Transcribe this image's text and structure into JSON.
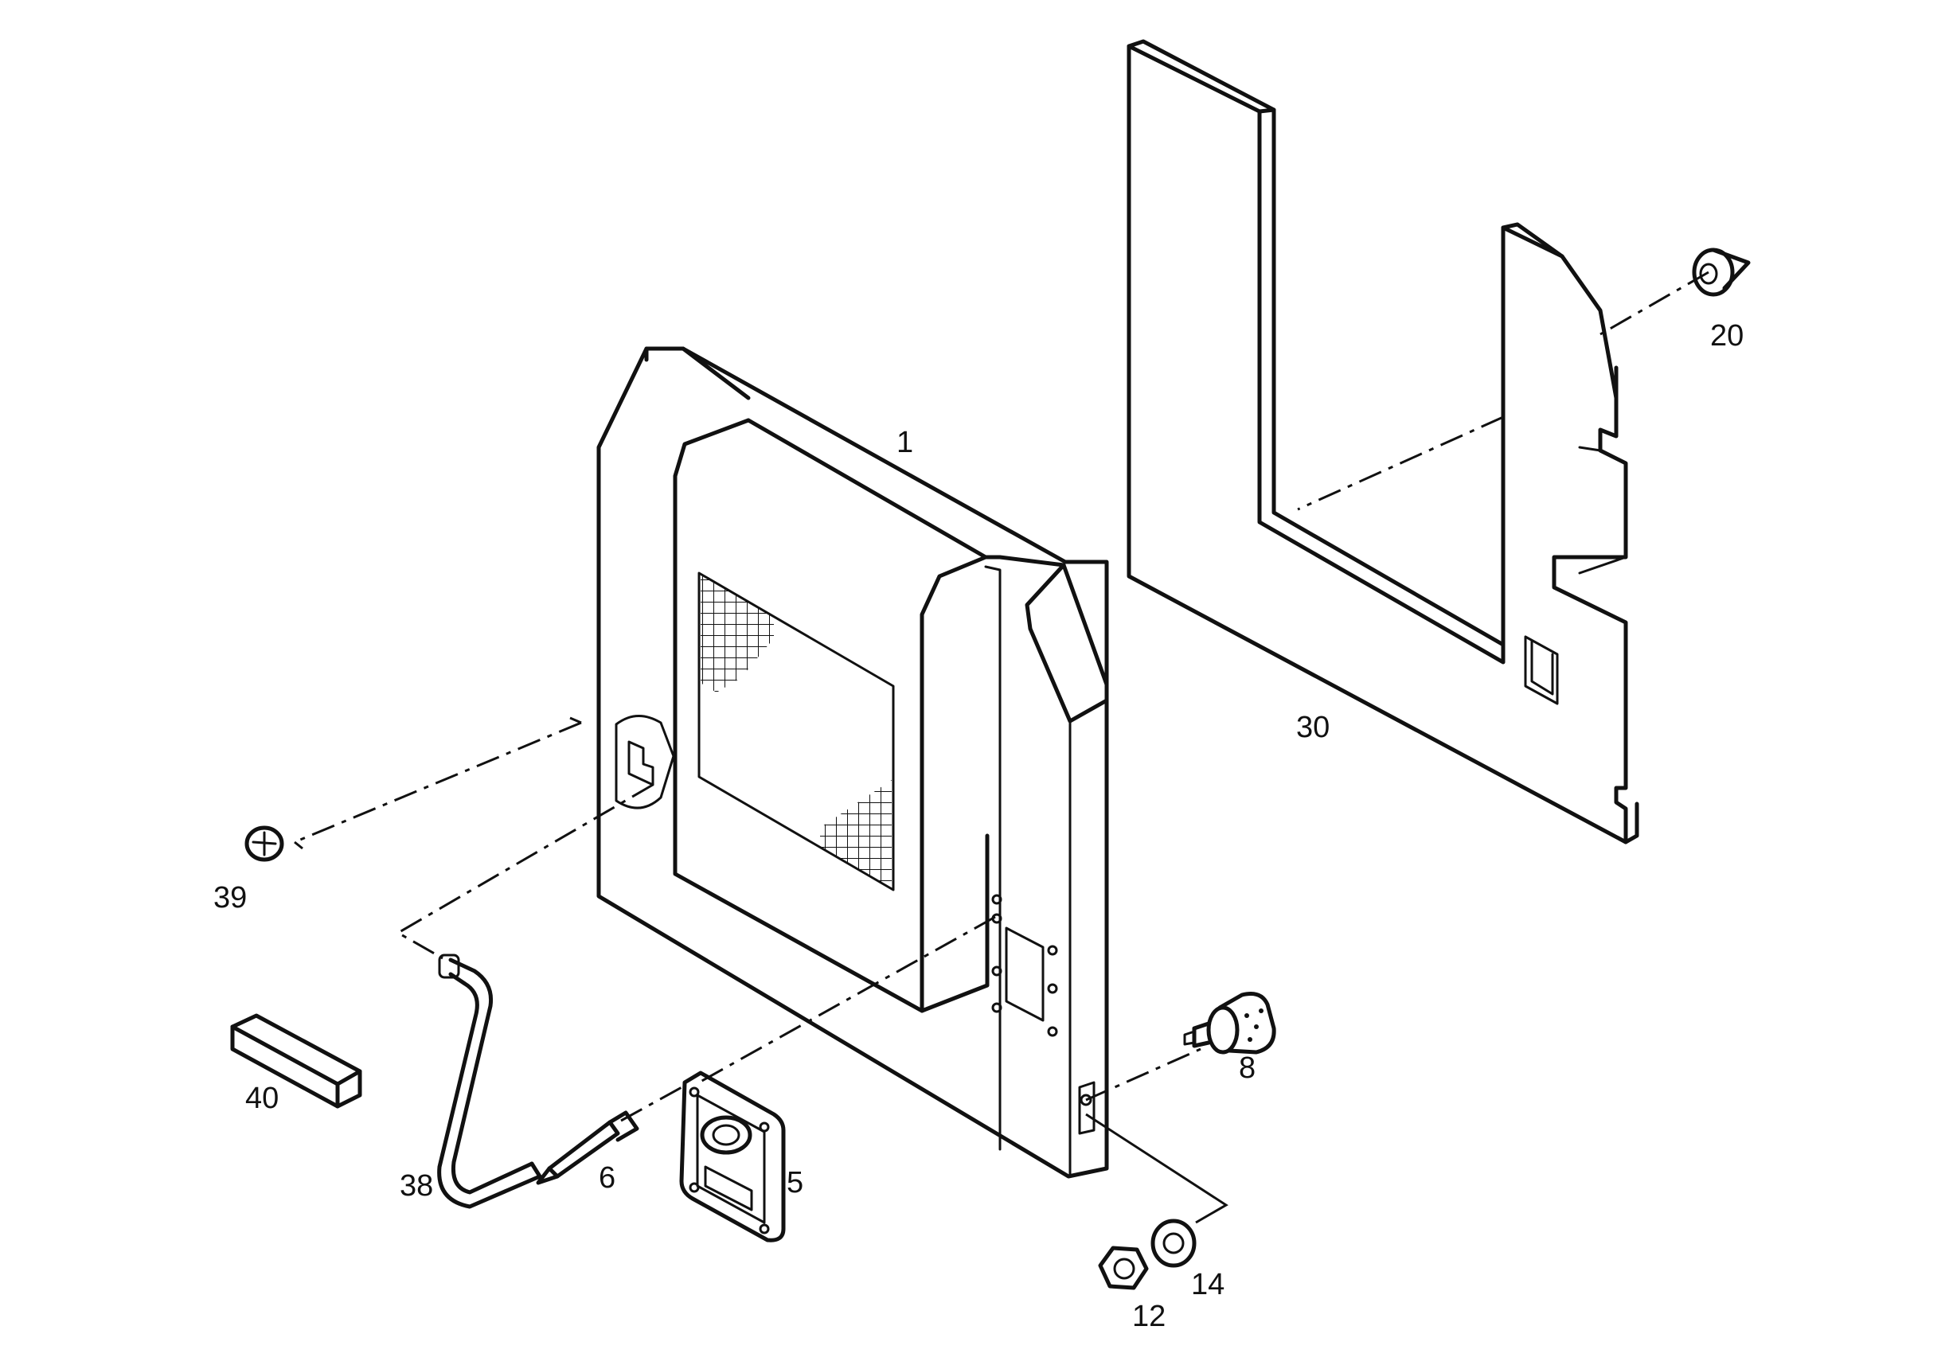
{
  "callouts": {
    "c1": "1",
    "c5": "5",
    "c6": "6",
    "c8": "8",
    "c12": "12",
    "c14": "14",
    "c20": "20",
    "c30": "30",
    "c38": "38",
    "c39": "39",
    "c40": "40"
  }
}
